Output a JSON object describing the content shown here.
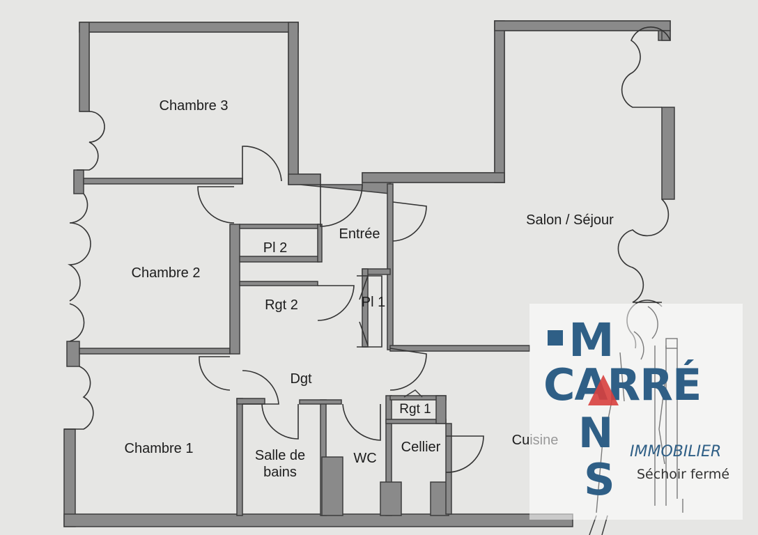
{
  "rooms": {
    "chambre3": "Chambre 3",
    "chambre2": "Chambre 2",
    "chambre1": "Chambre 1",
    "entree": "Entrée",
    "pl2": "Pl 2",
    "rgt2": "Rgt 2",
    "pl1": "Pl 1",
    "salon": "Salon / Séjour",
    "dgt": "Dgt",
    "rgt1": "Rgt 1",
    "salle_line1": "Salle de",
    "salle_line2": "bains",
    "wc": "WC",
    "cellier": "Cellier",
    "cuisine": "Cuisine",
    "sechoir": "Séchoir fermé"
  },
  "watermark": {
    "letters_m": "M",
    "letters_carre": "CARRÉ",
    "letters_n": "N",
    "letters_s": "S",
    "immobilier": "IMMOBILIER",
    "color_blue": "#2f5f86",
    "color_red": "#d8403e"
  },
  "colors": {
    "wall": "#8a8a8a",
    "wall_edge": "#3a3a3a",
    "paper": "#e6e6e4"
  }
}
